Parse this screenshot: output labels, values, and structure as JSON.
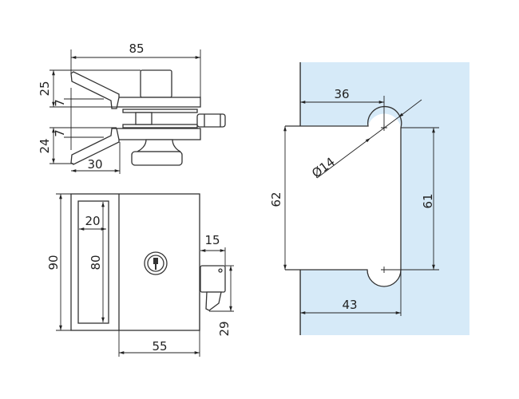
{
  "title": "Glass door lock with strike plate technical drawing",
  "colors": {
    "glass": "#d6eaf8",
    "line": "#333333"
  },
  "top_view": {
    "width": "85",
    "upper_height": "25",
    "upper_gap": "7",
    "lower_gap": "7",
    "lower_height": "24",
    "wing_width": "30"
  },
  "front_view": {
    "height": "90",
    "handle_width": "20",
    "handle_height": "80",
    "body_width": "55",
    "latch_width": "15",
    "latch_height": "29"
  },
  "cutout_view": {
    "to_hole_center": "36",
    "total_width": "43",
    "cutout_height": "62",
    "hole_spacing": "61",
    "hole_diameter": "Ø14"
  }
}
